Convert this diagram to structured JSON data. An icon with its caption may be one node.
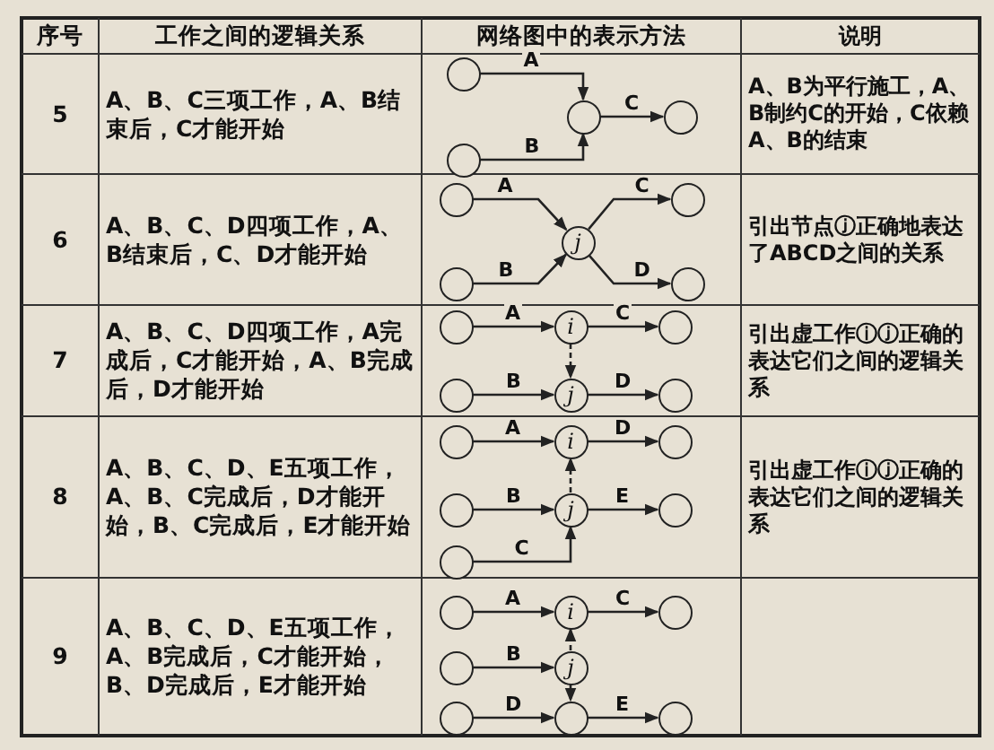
{
  "diagram": {
    "nodes": [
      {
        "text": [],
        "shape": "circle"
      },
      {
        "text": [],
        "shape": "circle"
      },
      {
        "text": [],
        "shape": "circle"
      },
      {
        "text": [],
        "shape": "circle"
      },
      {
        "text": [],
        "shape": "circle"
      },
      {
        "text": [],
        "shape": "circle"
      },
      {
        "text": [
          "j"
        ]
      },
      {
        "text": [],
        "shape": "circle"
      },
      {
        "text": [],
        "shape": "circle"
      },
      {
        "text": [],
        "shape": "circle"
      },
      {
        "text": [
          "i"
        ]
      },
      {
        "text": [],
        "shape": "circle"
      },
      {
        "text": [],
        "shape": "circle"
      },
      {
        "text": [
          "j"
        ]
      },
      {
        "text": [],
        "shape": "circle"
      },
      {
        "text": [],
        "shape": "circle"
      },
      {
        "text": [
          "i"
        ]
      },
      {
        "text": [],
        "shape": "circle"
      },
      {
        "text": [],
        "shape": "circle"
      },
      {
        "text": [
          "j"
        ]
      },
      {
        "text": [],
        "shape": "circle"
      },
      {
        "text": [],
        "shape": "circle"
      },
      {
        "text": [],
        "shape": "circle"
      },
      {
        "text": [
          "i"
        ]
      },
      {
        "text": [],
        "shape": "circle"
      },
      {
        "text": [],
        "shape": "circle"
      },
      {
        "text": [
          "j"
        ]
      },
      {
        "text": [],
        "shape": "circle"
      },
      {
        "text": [],
        "shape": "circle"
      },
      {
        "text": [],
        "shape": "circle"
      }
    ],
    "edges": [
      {
        "from": 0,
        "to": 2,
        "arrow": "to",
        "label": "A"
      },
      {
        "from": 1,
        "to": 2,
        "arrow": "to",
        "label": "B"
      },
      {
        "from": 2,
        "to": 3,
        "arrow": "to",
        "label": "C"
      },
      {
        "from": 4,
        "to": 6,
        "arrow": "to",
        "label": "A"
      },
      {
        "from": 5,
        "to": 6,
        "arrow": "to",
        "label": "B"
      },
      {
        "from": 6,
        "to": 7,
        "arrow": "to",
        "label": "C"
      },
      {
        "from": 6,
        "to": 8,
        "arrow": "to",
        "label": "D"
      },
      {
        "from": 9,
        "to": 10,
        "arrow": "to",
        "label": "A"
      },
      {
        "from": 10,
        "to": 11,
        "arrow": "to",
        "label": "C"
      },
      {
        "from": 10,
        "to": 13,
        "arrow": "to",
        "style": "dashed"
      },
      {
        "from": 12,
        "to": 13,
        "arrow": "to",
        "label": "B"
      },
      {
        "from": 13,
        "to": 14,
        "arrow": "to",
        "label": "D"
      },
      {
        "from": 15,
        "to": 16,
        "arrow": "to",
        "label": "A"
      },
      {
        "from": 16,
        "to": 17,
        "arrow": "to",
        "label": "D"
      },
      {
        "from": 19,
        "to": 16,
        "arrow": "to",
        "style": "dashed"
      },
      {
        "from": 18,
        "to": 19,
        "arrow": "to",
        "label": "B"
      },
      {
        "from": 19,
        "to": 20,
        "arrow": "to",
        "label": "E"
      },
      {
        "from": 21,
        "to": 19,
        "arrow": "to",
        "label": "C"
      },
      {
        "from": 22,
        "to": 23,
        "arrow": "to",
        "label": "A"
      },
      {
        "from": 23,
        "to": 24,
        "arrow": "to",
        "label": "C"
      },
      {
        "from": 26,
        "to": 23,
        "arrow": "to",
        "style": "dashed"
      },
      {
        "from": 25,
        "to": 26,
        "arrow": "to",
        "label": "B"
      },
      {
        "from": 26,
        "to": 28,
        "arrow": "to",
        "style": "dashed"
      },
      {
        "from": 27,
        "to": 28,
        "arrow": "to",
        "label": "D"
      },
      {
        "from": 28,
        "to": 29,
        "arrow": "to",
        "label": "E"
      }
    ],
    "labels": [
      "序号",
      "工作之间的逻辑关系",
      "网络图中的表示方法",
      "说明",
      "5",
      "A、B、C三项工作，A、B结束后，C才能开始",
      "A、B为平行施工，A、B制约C的开始，C依赖A、B的结束",
      "6",
      "A、B、C、D四项工作，A、B结束后，C、D才能开始",
      "引出节点ⓙ正确地表达了ABCD之间的关系",
      "7",
      "A、B、C、D四项工作，A完成后，C才能开始，A、B完成后，D才能开始",
      "引出虚工作ⓘⓙ正确的表达它们之间的逻辑关系",
      "8",
      "A、B、C、D、E五项工作，A、B、C完成后，D才能开始，B、C完成后，E才能开始",
      "引出虚工作ⓘⓙ正确的表达它们之间的逻辑关系",
      "9",
      "A、B、C、D、E五项工作，A、B完成后，C才能开始，B、D完成后，E才能开始"
    ]
  }
}
